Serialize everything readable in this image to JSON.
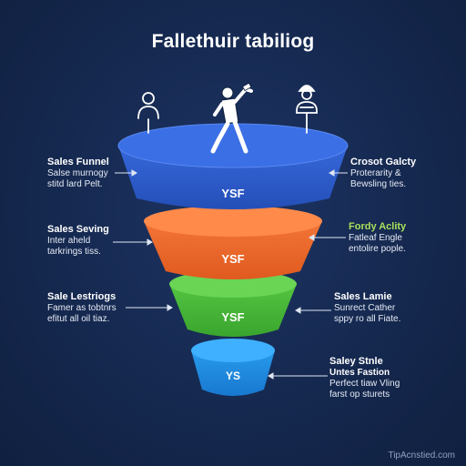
{
  "title": "Fallethuir tabiliog",
  "colors": {
    "background": "#15284f",
    "tier1": "#2f5fd3",
    "tier2": "#f06b2c",
    "tier3": "#4bbd3a",
    "tier4": "#1e90e8",
    "highlight_text": "#a8e05a"
  },
  "icons": [
    "person-icon",
    "runner-icon",
    "worker-icon"
  ],
  "tiers": [
    {
      "label": "YSF"
    },
    {
      "label": "YSF"
    },
    {
      "label": "YSF"
    },
    {
      "label": "YS"
    }
  ],
  "left_labels": [
    {
      "head": "Sales Funnel",
      "lines": [
        "Salse murnogy",
        "stitd lard Pelt."
      ]
    },
    {
      "head": "Sales Seving",
      "lines": [
        "Inter aheld",
        "tarkrings tiss."
      ]
    },
    {
      "head": "Sale Lestriogs",
      "lines": [
        "Famer as tobtnrs",
        "efitut all oil tiaz."
      ]
    }
  ],
  "right_labels": [
    {
      "head": "Crosot Galcty",
      "lines": [
        "Proterarity &",
        "Bewsling ties."
      ]
    },
    {
      "head": "Fordy Aclity",
      "lines": [
        "Fatleaf Engle",
        "entolire pople."
      ]
    },
    {
      "head": "Sales Lamie",
      "lines": [
        "Sunrect Cather",
        "sppy ro all Fiate."
      ]
    },
    {
      "head": "Saley Stnle",
      "lines": [
        "Untes Fastion",
        "Perfect tiaw Vling",
        "farst op sturets"
      ]
    }
  ],
  "footer": "TipAcnstied.com"
}
